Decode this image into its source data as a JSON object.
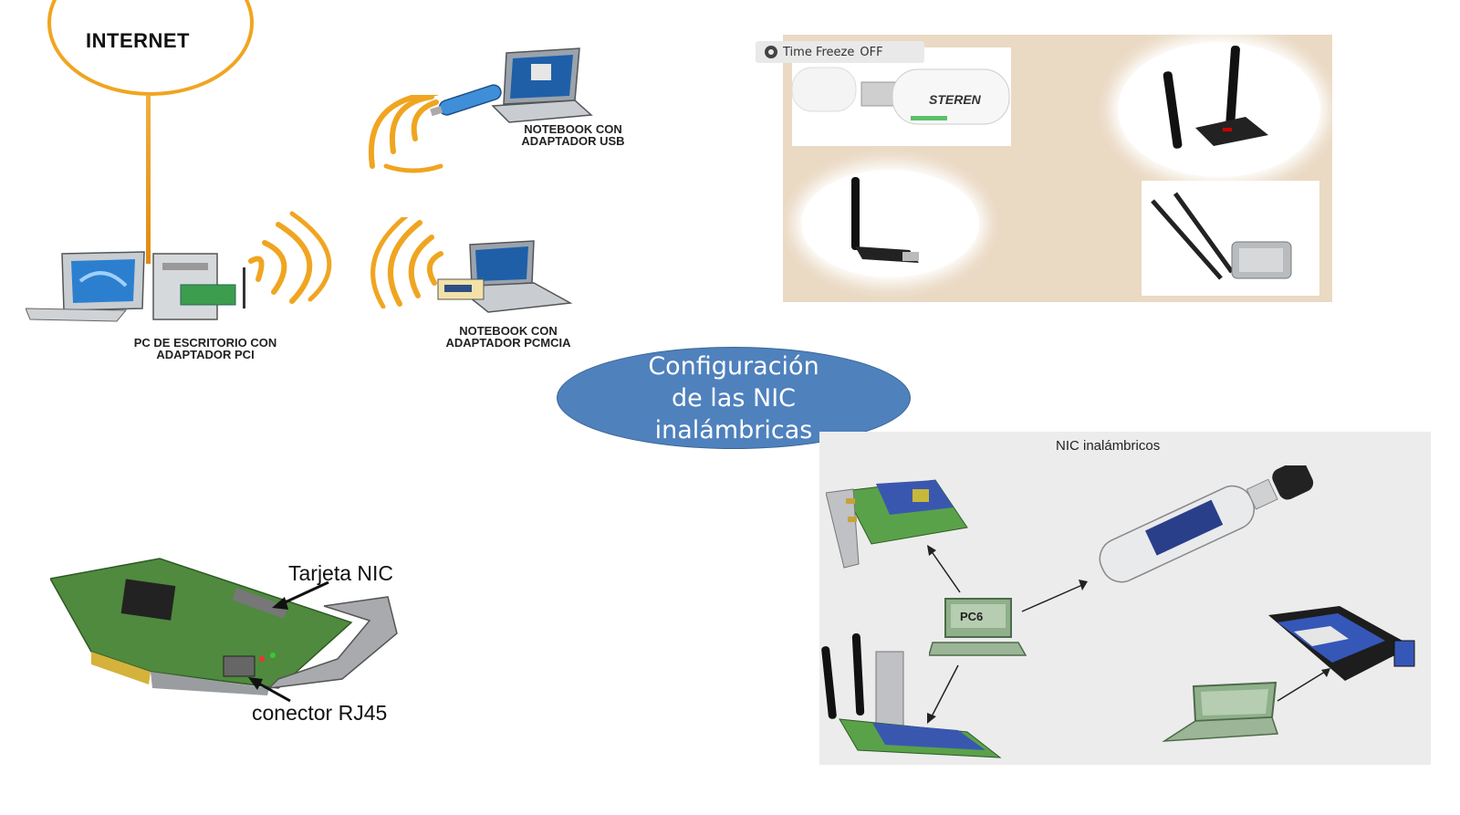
{
  "top_left": {
    "internet_label": "INTERNET",
    "usb_caption": [
      "NOTEBOOK CON",
      "ADAPTADOR USB"
    ],
    "pci_caption": [
      "PC DE ESCRITORIO CON",
      "ADAPTADOR PCI"
    ],
    "pcmcia_caption": [
      "NOTEBOOK CON",
      "ADAPTADOR PCMCIA"
    ]
  },
  "top_right": {
    "toolbar_label": "Time Freeze",
    "toolbar_state": "OFF",
    "usb_brand": "STEREN"
  },
  "center": {
    "title_lines": [
      "Configuración",
      "de las NIC",
      "inalámbricas"
    ]
  },
  "bottom_left": {
    "card_label": "Tarjeta NIC",
    "connector_label": "conector RJ45"
  },
  "bottom_right": {
    "title": "NIC inalámbricos",
    "pc_label": "PC6"
  },
  "colors": {
    "wave_orange": "#f0a520",
    "ellipse_blue": "#4f81bd",
    "panel_tan": "#ead9c3",
    "panel_gray": "#ececec"
  }
}
